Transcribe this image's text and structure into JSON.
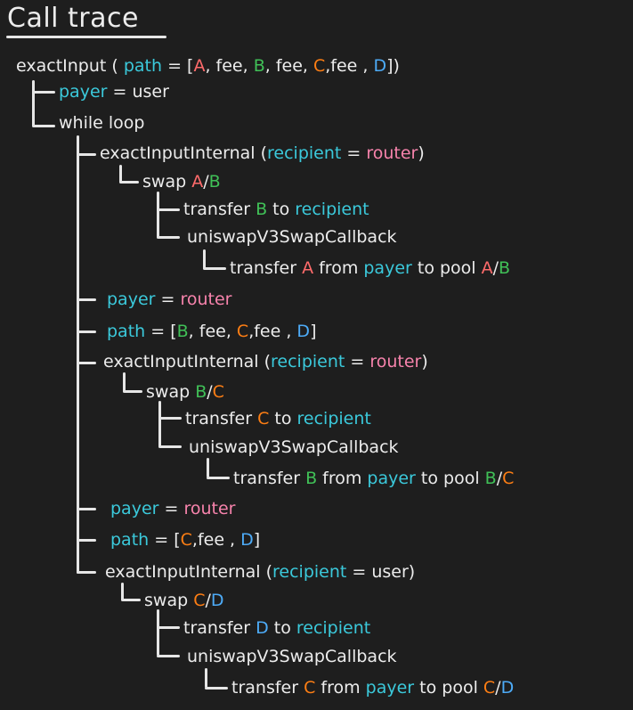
{
  "title": "Call trace",
  "colors": {
    "white": "#ececec",
    "teal": "#3bc9db",
    "pink": "#f783ac",
    "red": "#ff6b6b",
    "green": "#40c057",
    "orange": "#fd7e14",
    "blue": "#4dabf7",
    "background": "#1e1e1e"
  },
  "lines": [
    {
      "name": "exactinput-call",
      "tokens": [
        {
          "t": "exactInput ( ",
          "c": "w"
        },
        {
          "t": "path",
          "c": "teal"
        },
        {
          "t": " = [",
          "c": "w"
        },
        {
          "t": "A",
          "c": "red"
        },
        {
          "t": ", fee, ",
          "c": "w"
        },
        {
          "t": "B",
          "c": "green"
        },
        {
          "t": ", fee, ",
          "c": "w"
        },
        {
          "t": "C",
          "c": "orange"
        },
        {
          "t": ",fee , ",
          "c": "w"
        },
        {
          "t": "D",
          "c": "blue"
        },
        {
          "t": "])",
          "c": "w"
        }
      ]
    },
    {
      "name": "payer-user",
      "tokens": [
        {
          "t": "payer",
          "c": "teal"
        },
        {
          "t": " = user",
          "c": "w"
        }
      ]
    },
    {
      "name": "while-loop",
      "tokens": [
        {
          "t": "while loop",
          "c": "w"
        }
      ]
    },
    {
      "name": "exactinputinternal-1",
      "tokens": [
        {
          "t": "exactInputInternal (",
          "c": "w"
        },
        {
          "t": "recipient",
          "c": "teal"
        },
        {
          "t": " = ",
          "c": "w"
        },
        {
          "t": "router",
          "c": "pink"
        },
        {
          "t": ")",
          "c": "w"
        }
      ]
    },
    {
      "name": "swap-a-b",
      "tokens": [
        {
          "t": "swap ",
          "c": "w"
        },
        {
          "t": "A",
          "c": "red"
        },
        {
          "t": "/",
          "c": "w"
        },
        {
          "t": "B",
          "c": "green"
        }
      ]
    },
    {
      "name": "transfer-b-to-recipient",
      "tokens": [
        {
          "t": "transfer ",
          "c": "w"
        },
        {
          "t": "B",
          "c": "green"
        },
        {
          "t": " to ",
          "c": "w"
        },
        {
          "t": "recipient",
          "c": "teal"
        }
      ]
    },
    {
      "name": "callback-1",
      "tokens": [
        {
          "t": "uniswapV3SwapCallback",
          "c": "w"
        }
      ]
    },
    {
      "name": "transfer-a-from-payer",
      "tokens": [
        {
          "t": "transfer ",
          "c": "w"
        },
        {
          "t": "A",
          "c": "red"
        },
        {
          "t": " from ",
          "c": "w"
        },
        {
          "t": "payer",
          "c": "teal"
        },
        {
          "t": " to pool ",
          "c": "w"
        },
        {
          "t": "A",
          "c": "red"
        },
        {
          "t": "/",
          "c": "w"
        },
        {
          "t": "B",
          "c": "green"
        }
      ]
    },
    {
      "name": "payer-router-1",
      "tokens": [
        {
          "t": "payer",
          "c": "teal"
        },
        {
          "t": " = ",
          "c": "w"
        },
        {
          "t": "router",
          "c": "pink"
        }
      ]
    },
    {
      "name": "path-b-c-d",
      "tokens": [
        {
          "t": "path",
          "c": "teal"
        },
        {
          "t": " = [",
          "c": "w"
        },
        {
          "t": "B",
          "c": "green"
        },
        {
          "t": ", fee, ",
          "c": "w"
        },
        {
          "t": "C",
          "c": "orange"
        },
        {
          "t": ",fee , ",
          "c": "w"
        },
        {
          "t": "D",
          "c": "blue"
        },
        {
          "t": "]",
          "c": "w"
        }
      ]
    },
    {
      "name": "exactinputinternal-2",
      "tokens": [
        {
          "t": "exactInputInternal (",
          "c": "w"
        },
        {
          "t": "recipient",
          "c": "teal"
        },
        {
          "t": " = ",
          "c": "w"
        },
        {
          "t": "router",
          "c": "pink"
        },
        {
          "t": ")",
          "c": "w"
        }
      ]
    },
    {
      "name": "swap-b-c",
      "tokens": [
        {
          "t": "swap ",
          "c": "w"
        },
        {
          "t": "B",
          "c": "green"
        },
        {
          "t": "/",
          "c": "w"
        },
        {
          "t": "C",
          "c": "orange"
        }
      ]
    },
    {
      "name": "transfer-c-to-recipient",
      "tokens": [
        {
          "t": "transfer ",
          "c": "w"
        },
        {
          "t": "C",
          "c": "orange"
        },
        {
          "t": " to ",
          "c": "w"
        },
        {
          "t": "recipient",
          "c": "teal"
        }
      ]
    },
    {
      "name": "callback-2",
      "tokens": [
        {
          "t": "uniswapV3SwapCallback",
          "c": "w"
        }
      ]
    },
    {
      "name": "transfer-b-from-payer",
      "tokens": [
        {
          "t": "transfer ",
          "c": "w"
        },
        {
          "t": "B",
          "c": "green"
        },
        {
          "t": " from ",
          "c": "w"
        },
        {
          "t": "payer",
          "c": "teal"
        },
        {
          "t": " to pool ",
          "c": "w"
        },
        {
          "t": "B",
          "c": "green"
        },
        {
          "t": "/",
          "c": "w"
        },
        {
          "t": "C",
          "c": "orange"
        }
      ]
    },
    {
      "name": "payer-router-2",
      "tokens": [
        {
          "t": "payer",
          "c": "teal"
        },
        {
          "t": " = ",
          "c": "w"
        },
        {
          "t": "router",
          "c": "pink"
        }
      ]
    },
    {
      "name": "path-c-d",
      "tokens": [
        {
          "t": "path",
          "c": "teal"
        },
        {
          "t": " = [",
          "c": "w"
        },
        {
          "t": "C",
          "c": "orange"
        },
        {
          "t": ",fee , ",
          "c": "w"
        },
        {
          "t": "D",
          "c": "blue"
        },
        {
          "t": "]",
          "c": "w"
        }
      ]
    },
    {
      "name": "exactinputinternal-3",
      "tokens": [
        {
          "t": "exactInputInternal (",
          "c": "w"
        },
        {
          "t": "recipient",
          "c": "teal"
        },
        {
          "t": " = user)",
          "c": "w"
        }
      ]
    },
    {
      "name": "swap-c-d",
      "tokens": [
        {
          "t": "swap ",
          "c": "w"
        },
        {
          "t": "C",
          "c": "orange"
        },
        {
          "t": "/",
          "c": "w"
        },
        {
          "t": "D",
          "c": "blue"
        }
      ]
    },
    {
      "name": "transfer-d-to-recipient",
      "tokens": [
        {
          "t": "transfer ",
          "c": "w"
        },
        {
          "t": "D",
          "c": "blue"
        },
        {
          "t": " to ",
          "c": "w"
        },
        {
          "t": "recipient",
          "c": "teal"
        }
      ]
    },
    {
      "name": "callback-3",
      "tokens": [
        {
          "t": "uniswapV3SwapCallback",
          "c": "w"
        }
      ]
    },
    {
      "name": "transfer-c-from-payer",
      "tokens": [
        {
          "t": "transfer ",
          "c": "w"
        },
        {
          "t": "C",
          "c": "orange"
        },
        {
          "t": " from ",
          "c": "w"
        },
        {
          "t": "payer",
          "c": "teal"
        },
        {
          "t": " to pool ",
          "c": "w"
        },
        {
          "t": "C",
          "c": "orange"
        },
        {
          "t": "/",
          "c": "w"
        },
        {
          "t": "D",
          "c": "blue"
        }
      ]
    }
  ]
}
